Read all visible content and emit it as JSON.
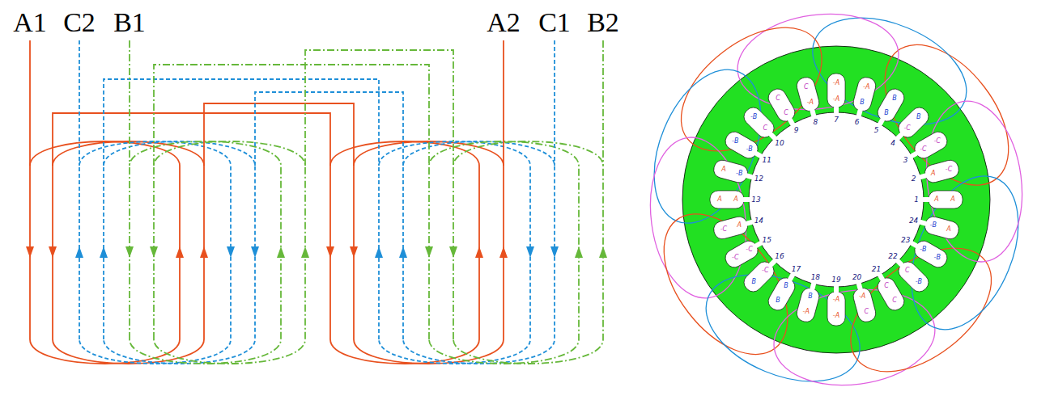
{
  "diagram": {
    "labels": [
      "A1",
      "C2",
      "B1",
      "A2",
      "C1",
      "B2",
      "1",
      "2",
      "3",
      "4",
      "5",
      "6",
      "7",
      "8",
      "9",
      "10",
      "11",
      "12",
      "13",
      "14",
      "15",
      "16",
      "17",
      "18",
      "19",
      "20",
      "21",
      "22",
      "23",
      "24",
      "A",
      "A",
      "A",
      "-C",
      "-C",
      "-C",
      "-C",
      "B",
      "B",
      "B",
      "B",
      "-A",
      "-A",
      "-A",
      "-A",
      "C",
      "C",
      "C",
      "C",
      "-B",
      "-B",
      "-B",
      "-B",
      "A",
      "A",
      "A",
      "A",
      "-C",
      "-C",
      "-C",
      "-C",
      "B",
      "B",
      "B",
      "B",
      "-A",
      "-A",
      "-A",
      "-A",
      "C",
      "C",
      "C",
      "C",
      "-B",
      "-B",
      "-B",
      "-B",
      "A"
    ]
  }
}
